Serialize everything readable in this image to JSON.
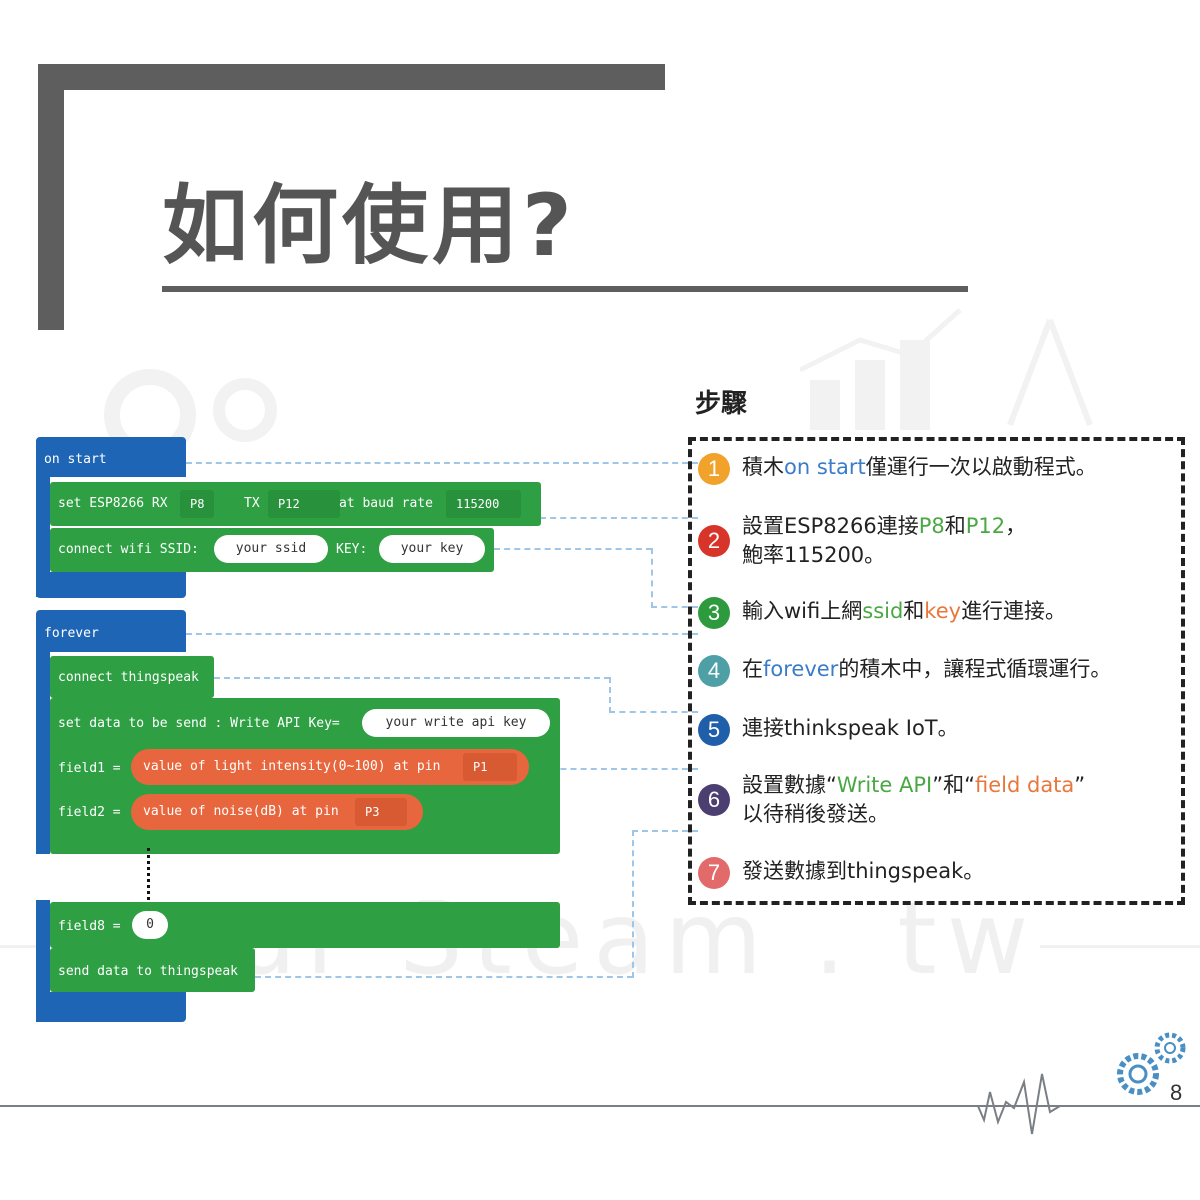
{
  "title": "如何使用?",
  "watermark": "our Steam . tw",
  "steps_heading": "步驟",
  "blocks": {
    "on_start": {
      "label": "on start",
      "set_esp": {
        "prefix": "set ESP8266 RX",
        "rx": "P8",
        "tx_label": "TX",
        "tx": "P12",
        "baud_label": "at baud rate",
        "baud": "115200"
      },
      "connect_wifi": {
        "prefix": "connect wifi SSID:",
        "ssid": "your ssid",
        "key_label": "KEY:",
        "key": "your key"
      }
    },
    "forever": {
      "label": "forever",
      "connect": "connect thingspeak",
      "set_data": {
        "prefix": "set data to be send : Write API Key=",
        "key": "your write api key"
      },
      "field1": {
        "label": "field1 =",
        "value": "value of light intensity(0~100) at pin",
        "pin": "P1"
      },
      "field2": {
        "label": "field2 =",
        "value": "value of noise(dB) at pin",
        "pin": "P3"
      },
      "field8": {
        "label": "field8 =",
        "value": "0"
      },
      "send": "send data to thingspeak"
    }
  },
  "steps": [
    {
      "num": "1",
      "color": "#f0a22a",
      "lines": [
        [
          {
            "t": "積木"
          },
          {
            "t": "on start",
            "c": "blue"
          },
          {
            "t": "僅運行一次以啟動程式。"
          }
        ]
      ]
    },
    {
      "num": "2",
      "color": "#d8352a",
      "lines": [
        [
          {
            "t": "設置ESP8266連接"
          },
          {
            "t": "P8",
            "c": "green"
          },
          {
            "t": "和"
          },
          {
            "t": "P12",
            "c": "green"
          },
          {
            "t": "，"
          }
        ],
        [
          {
            "t": "鮑率115200。"
          }
        ]
      ]
    },
    {
      "num": "3",
      "color": "#2e9a3e",
      "lines": [
        [
          {
            "t": "輸入wifi上網"
          },
          {
            "t": "ssid",
            "c": "green"
          },
          {
            "t": "和"
          },
          {
            "t": "key",
            "c": "orange"
          },
          {
            "t": "進行連接。"
          }
        ]
      ]
    },
    {
      "num": "4",
      "color": "#4fa0a6",
      "lines": [
        [
          {
            "t": "在"
          },
          {
            "t": "forever",
            "c": "blue"
          },
          {
            "t": "的積木中，讓程式循環運行。"
          }
        ]
      ]
    },
    {
      "num": "5",
      "color": "#1f5ea8",
      "lines": [
        [
          {
            "t": "連接thinkspeak IoT。"
          }
        ]
      ]
    },
    {
      "num": "6",
      "color": "#4b3f72",
      "lines": [
        [
          {
            "t": "設置數據“"
          },
          {
            "t": "Write API",
            "c": "green"
          },
          {
            "t": "”和“"
          },
          {
            "t": "field data",
            "c": "orange"
          },
          {
            "t": "”"
          }
        ],
        [
          {
            "t": "以待稍後發送。"
          }
        ]
      ]
    },
    {
      "num": "7",
      "color": "#e36a6a",
      "lines": [
        [
          {
            "t": "發送數據到thingspeak。"
          }
        ]
      ]
    }
  ],
  "page_number": "8",
  "colors": {
    "block_blue": "#1e66b5",
    "block_green": "#2ea043",
    "block_orange": "#e8663d"
  }
}
